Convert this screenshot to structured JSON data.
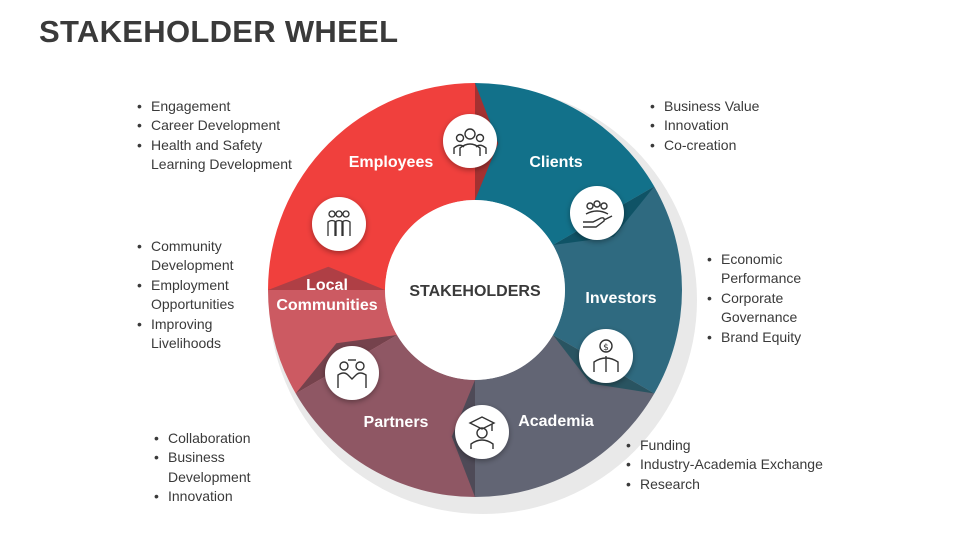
{
  "title": "STAKEHOLDER WHEEL",
  "center": "STAKEHOLDERS",
  "colors": {
    "employees": "#f0403d",
    "clients": "#12718a",
    "investors": "#2f6a80",
    "academia": "#626574",
    "partners": "#8f5764",
    "local_communities": "#cc5a62"
  },
  "segments": [
    {
      "key": "employees",
      "label": "Employees",
      "icon": "team-icon"
    },
    {
      "key": "clients",
      "label": "Clients",
      "icon": "handshake-care-icon"
    },
    {
      "key": "investors",
      "label": "Investors",
      "icon": "investor-dollar-icon"
    },
    {
      "key": "academia",
      "label": "Academia",
      "icon": "graduate-icon"
    },
    {
      "key": "partners",
      "label": "Partners",
      "icon": "partners-icon"
    },
    {
      "key": "local_communities",
      "label_line1": "Local",
      "label_line2": "Communities",
      "icon": "community-icon"
    }
  ],
  "bullets": {
    "employees": [
      {
        "text": "Engagement",
        "bullet": true
      },
      {
        "text": "Career Development",
        "bullet": true
      },
      {
        "text": "Health and Safety",
        "bullet": true
      },
      {
        "text": "Learning Development",
        "bullet": false
      }
    ],
    "clients": [
      {
        "text": "Business Value",
        "bullet": true
      },
      {
        "text": "Innovation",
        "bullet": true
      },
      {
        "text": "Co-creation",
        "bullet": true
      }
    ],
    "investors": [
      {
        "text": "Economic",
        "bullet": true
      },
      {
        "text": "Performance",
        "bullet": false
      },
      {
        "text": "Corporate",
        "bullet": true
      },
      {
        "text": "Governance",
        "bullet": false
      },
      {
        "text": "Brand Equity",
        "bullet": true
      }
    ],
    "local_communities": [
      {
        "text": "Community",
        "bullet": true
      },
      {
        "text": "Development",
        "bullet": false
      },
      {
        "text": "Employment",
        "bullet": true
      },
      {
        "text": "Opportunities",
        "bullet": false
      },
      {
        "text": "Improving",
        "bullet": true
      },
      {
        "text": "Livelihoods",
        "bullet": false
      }
    ],
    "partners": [
      {
        "text": "Collaboration",
        "bullet": true
      },
      {
        "text": "Business",
        "bullet": true
      },
      {
        "text": "Development",
        "bullet": false
      },
      {
        "text": "Innovation",
        "bullet": true
      }
    ],
    "academia": [
      {
        "text": "Funding",
        "bullet": true
      },
      {
        "text": "Industry-Academia Exchange",
        "bullet": true
      },
      {
        "text": "Research",
        "bullet": true
      }
    ]
  }
}
